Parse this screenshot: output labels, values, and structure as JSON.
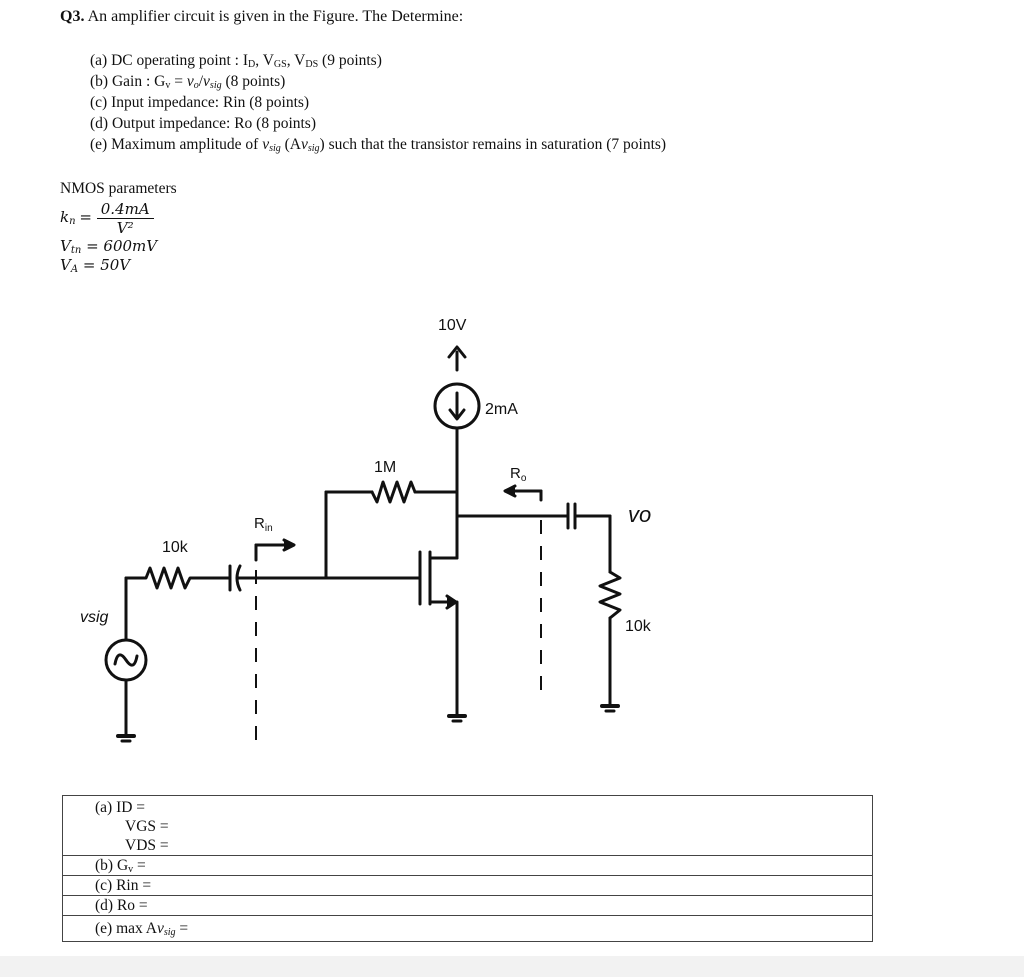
{
  "question": {
    "number": "Q3.",
    "text": "An amplifier circuit is given in the Figure. The Determine:"
  },
  "items": [
    {
      "prefix": "(a) DC operating point : I",
      "rest": "(9 points)"
    },
    {
      "prefix": "(b) Gain : G",
      "rest": "(8 points)"
    },
    {
      "prefix": "(c) Input impedance: Rin (8 points)"
    },
    {
      "prefix": "(d) Output impedance: Ro (8 points)"
    },
    {
      "prefix": "(e) Maximum amplitude of",
      "rest": "such that the transistor remains in saturation (7 points)"
    }
  ],
  "params": {
    "heading": "NMOS parameters",
    "kn_label": "k",
    "kn_num": "0.4mA",
    "kn_den": "V²",
    "vtn": "V",
    "vtn_value": "= 600mV",
    "va": "V",
    "va_value": "= 50V"
  },
  "circuit": {
    "supply": "10V",
    "current_source": "2mA",
    "rf": "1M",
    "rsig": "10k",
    "rl": "10k",
    "rin_label": "R",
    "ro_label": "R",
    "vo_label": "vo",
    "vsig_label": "vsig"
  },
  "answers": {
    "a_id": "(a)  ID =",
    "a_vgs": "VGS =",
    "a_vds": "VDS =",
    "b": "(b)  G",
    "c": "(c)  Rin =",
    "d": "(d)  Ro =",
    "e": "(e)  max A"
  }
}
